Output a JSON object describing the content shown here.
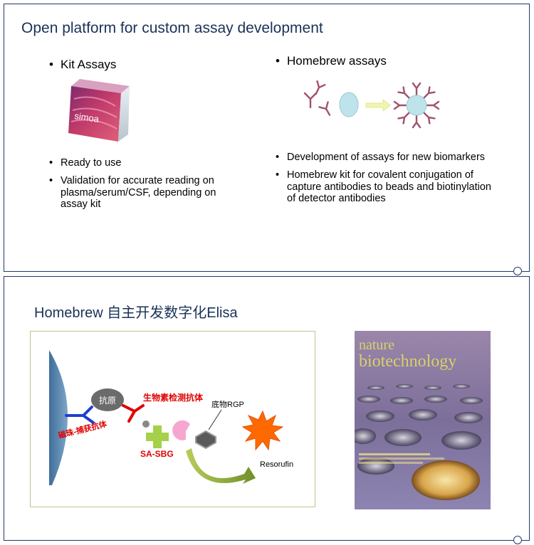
{
  "slide1": {
    "title": "Open platform for custom assay development",
    "left_heading": "Kit Assays",
    "right_heading": "Homebrew assays",
    "kit_logo_text": "simoa",
    "left_bullets": [
      {
        "lines": [
          "Ready to use"
        ]
      },
      {
        "lines": [
          "Validation for accurate reading on",
          "plasma/serum/CSF, depending on",
          "assay kit"
        ]
      }
    ],
    "right_bullets": [
      {
        "lines": [
          "Development of assays for new biomarkers"
        ]
      },
      {
        "lines": [
          "Homebrew kit for covalent conjugation of",
          "capture antibodies to beads and biotinylation",
          "of detector antibodies"
        ]
      }
    ],
    "bullet_char": "•"
  },
  "slide2": {
    "title": "Homebrew 自主开发数字化Elisa",
    "diagram": {
      "antigen": "抗原",
      "detector_ab": "生物素检测抗体",
      "capture_ab": "磁珠-捕获抗体",
      "sa_sbg": "SA-SBG",
      "substrate": "底物RGP",
      "product": "Resorufin"
    },
    "cover": {
      "title_line1": "nature",
      "title_line2": "biotechnology"
    }
  },
  "colors": {
    "title": "#1a3256",
    "border": "#1f3a6e",
    "antibody": "#a0526e",
    "bead": "#bfe3ea",
    "label_red": "#e00000"
  }
}
